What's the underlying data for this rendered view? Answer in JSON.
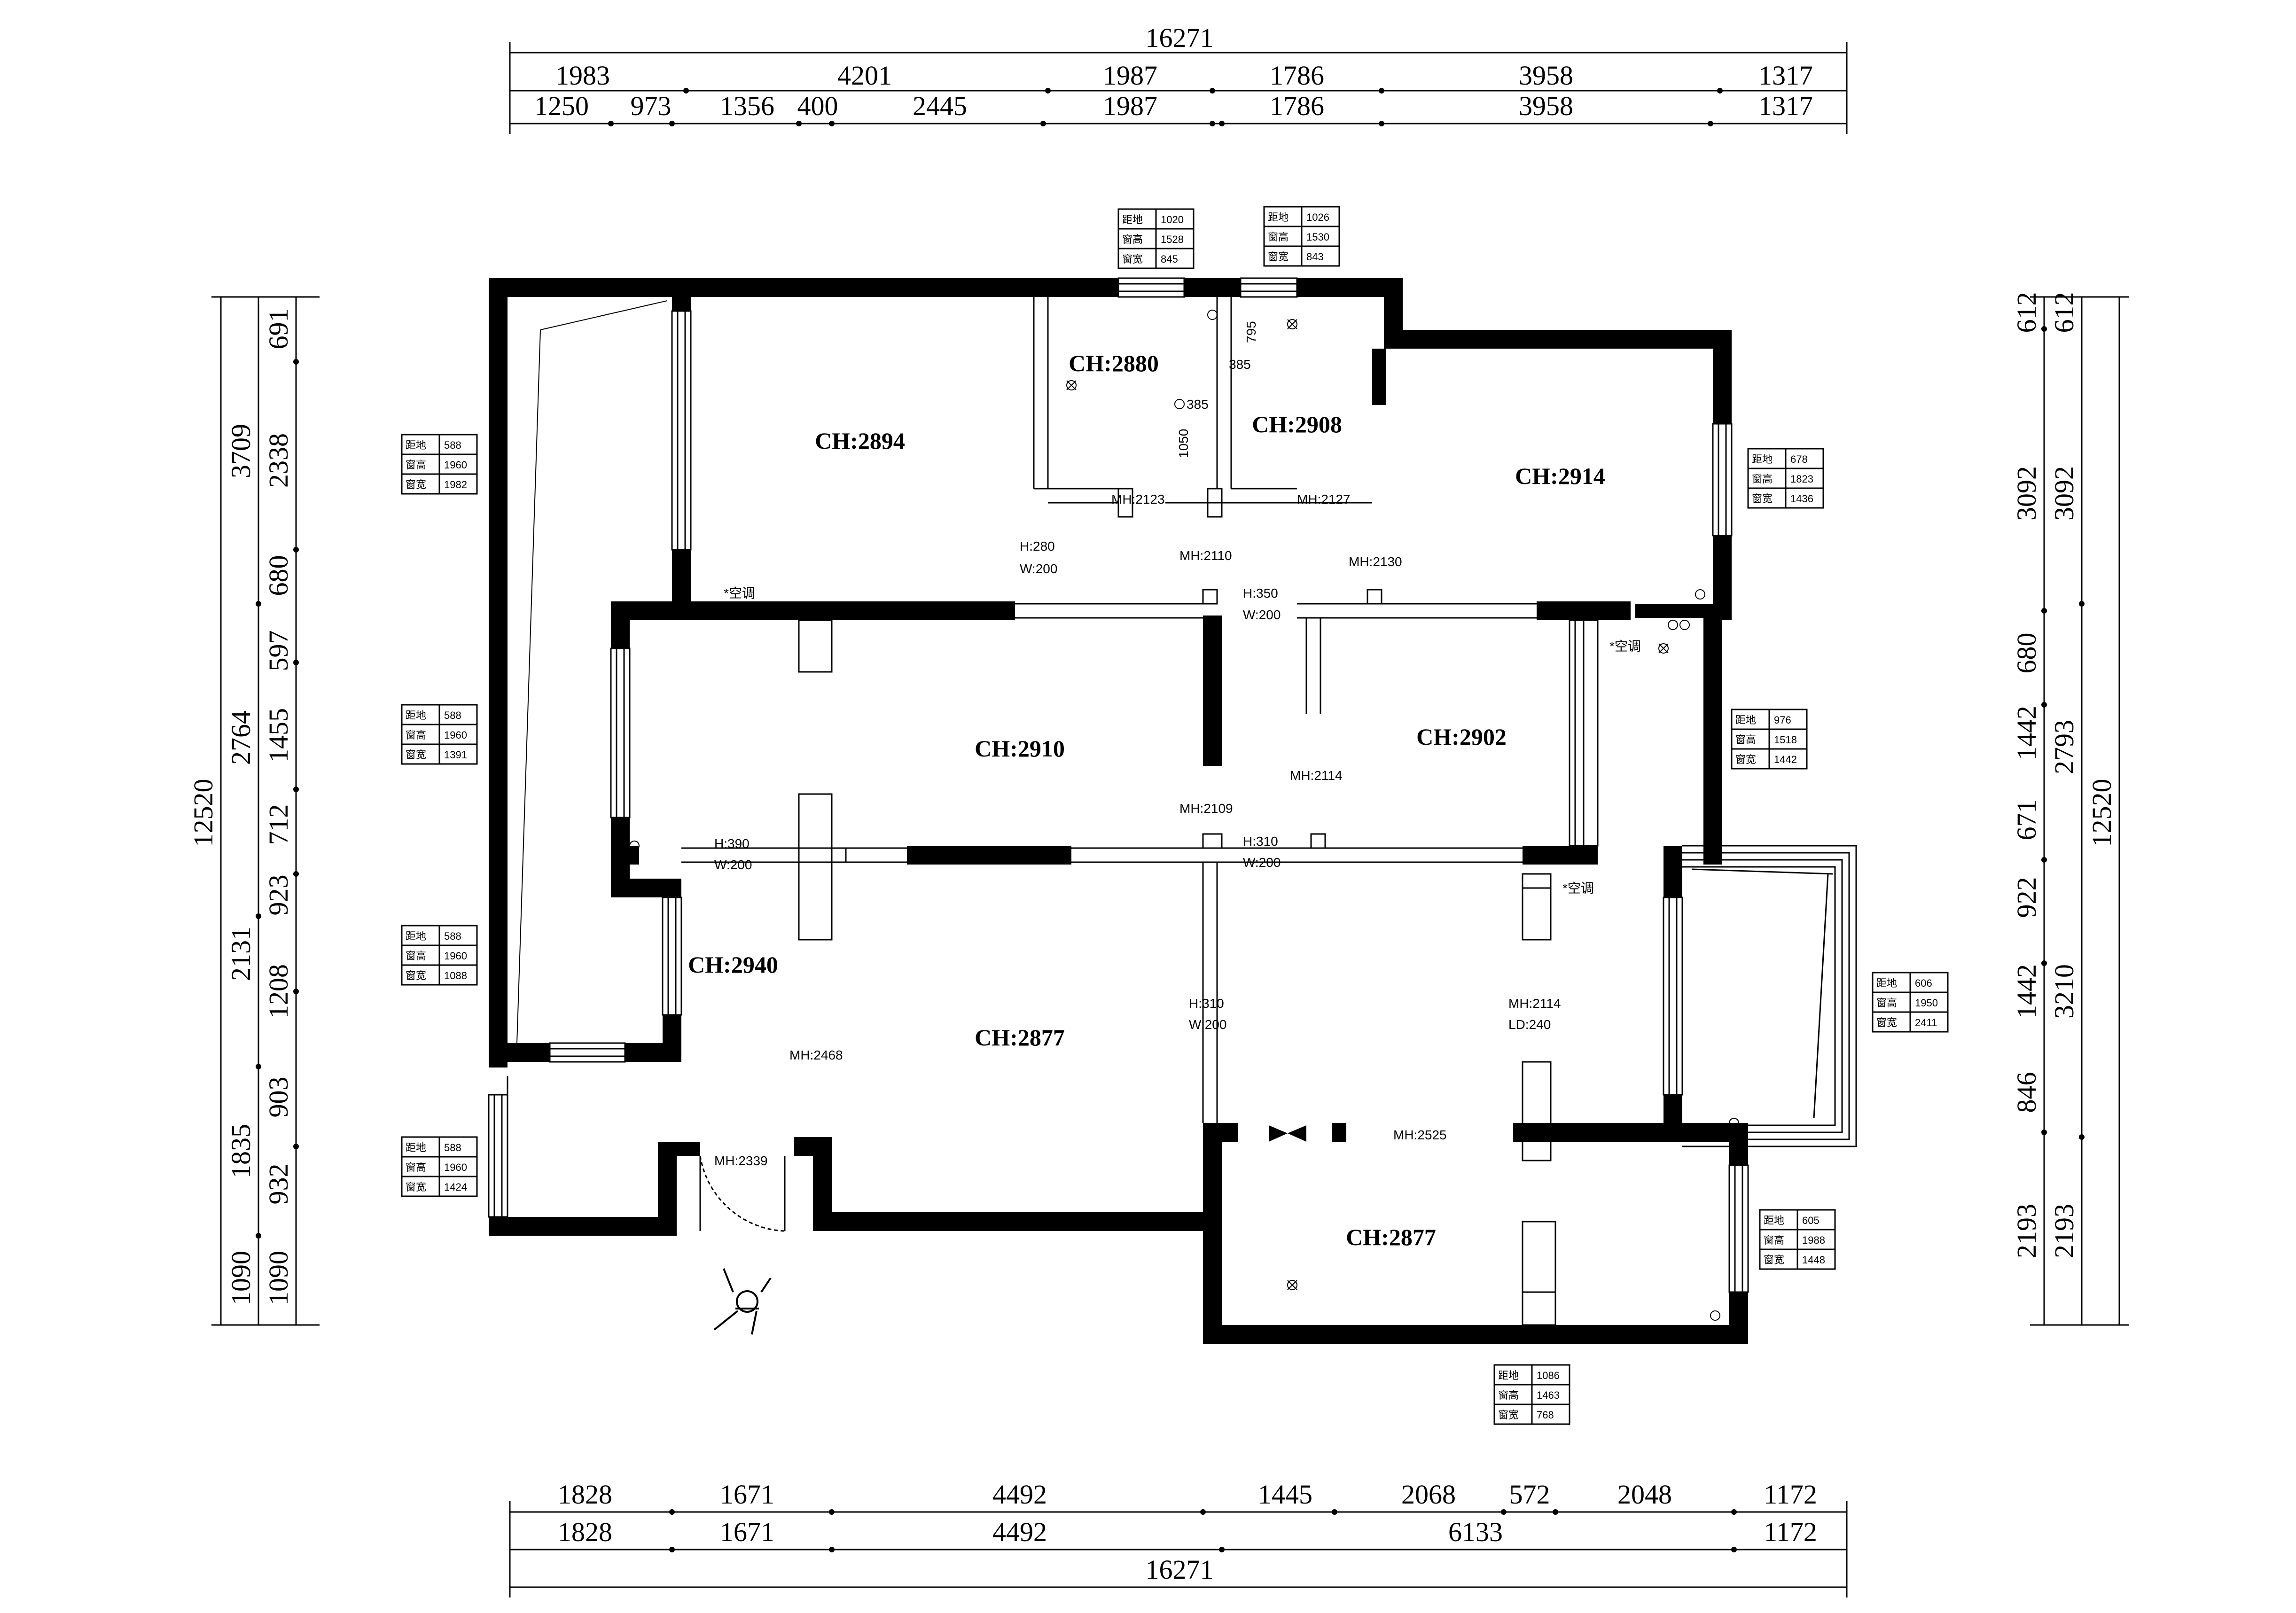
{
  "dims": {
    "top_total": "16271",
    "top_row1": [
      "1983",
      "4201",
      "1987",
      "1786",
      "3958",
      "1317"
    ],
    "top_row2": [
      "1250",
      "973",
      "1356",
      "400",
      "2445",
      "1987",
      "1786",
      "3958",
      "1317"
    ],
    "bottom_row1": [
      "1828",
      "1671",
      "4492",
      "1445",
      "2068",
      "572",
      "2048",
      "1172"
    ],
    "bottom_row2": [
      "1828",
      "1671",
      "4492",
      "6133",
      "1172"
    ],
    "bottom_total": "16271",
    "left_total": "12520",
    "left_row1": [
      "3709",
      "2764",
      "2131",
      "1835",
      "1090"
    ],
    "left_row2": [
      "691",
      "2338",
      "680",
      "597",
      "1455",
      "712",
      "923",
      "1208",
      "903",
      "932",
      "1090"
    ],
    "right_total": "12520",
    "right_row1": [
      "612",
      "3092",
      "2793",
      "3210",
      "2193"
    ],
    "right_row2": [
      "612",
      "3092",
      "680",
      "1442",
      "671",
      "922",
      "1442",
      "846",
      "2193"
    ]
  },
  "rooms": [
    {
      "id": "a",
      "label": "CH:2894"
    },
    {
      "id": "b",
      "label": "CH:2880"
    },
    {
      "id": "c",
      "label": "CH:2908"
    },
    {
      "id": "d",
      "label": "CH:2914"
    },
    {
      "id": "e",
      "label": "CH:2910"
    },
    {
      "id": "f",
      "label": "CH:2902"
    },
    {
      "id": "g",
      "label": "CH:2940"
    },
    {
      "id": "h",
      "label": "CH:2877"
    },
    {
      "id": "i",
      "label": "CH:2877"
    }
  ],
  "notes": {
    "mh2123": "MH:2123",
    "mh2127": "MH:2127",
    "h280": "H:280",
    "w200a": "W:200",
    "mh2110": "MH:2110",
    "mh2130": "MH:2130",
    "h350": "H:350",
    "w200b": "W:200",
    "mh2114a": "MH:2114",
    "mh2109": "MH:2109",
    "h390": "H:390",
    "w200c": "W:200",
    "h310a": "H:310",
    "w200d": "W:200",
    "h310b": "H:310",
    "w200e": "W:200",
    "mh2468": "MH:2468",
    "mh2114b": "MH:2114",
    "ld240": "LD:240",
    "mh2525": "MH:2525",
    "mh2339": "MH:2339",
    "ac1": "*空调",
    "ac2": "*空调",
    "ac3": "*空调",
    "d385": "385",
    "d385b": "385",
    "d795": "795",
    "d1050": "1050"
  },
  "window_boxes": [
    {
      "id": "w1",
      "rows": [
        [
          "距地",
          "1020"
        ],
        [
          "窗高",
          "1528"
        ],
        [
          "窗宽",
          "845"
        ]
      ]
    },
    {
      "id": "w2",
      "rows": [
        [
          "距地",
          "1026"
        ],
        [
          "窗高",
          "1530"
        ],
        [
          "窗宽",
          "843"
        ]
      ]
    },
    {
      "id": "w3",
      "rows": [
        [
          "距地",
          "588"
        ],
        [
          "窗高",
          "1960"
        ],
        [
          "窗宽",
          "1982"
        ]
      ]
    },
    {
      "id": "w4",
      "rows": [
        [
          "距地",
          "678"
        ],
        [
          "窗高",
          "1823"
        ],
        [
          "窗宽",
          "1436"
        ]
      ]
    },
    {
      "id": "w5",
      "rows": [
        [
          "距地",
          "588"
        ],
        [
          "窗高",
          "1960"
        ],
        [
          "窗宽",
          "1391"
        ]
      ]
    },
    {
      "id": "w6",
      "rows": [
        [
          "距地",
          "976"
        ],
        [
          "窗高",
          "1518"
        ],
        [
          "窗宽",
          "1442"
        ]
      ]
    },
    {
      "id": "w7",
      "rows": [
        [
          "距地",
          "588"
        ],
        [
          "窗高",
          "1960"
        ],
        [
          "窗宽",
          "1088"
        ]
      ]
    },
    {
      "id": "w8",
      "rows": [
        [
          "距地",
          "606"
        ],
        [
          "窗高",
          "1950"
        ],
        [
          "窗宽",
          "2411"
        ]
      ]
    },
    {
      "id": "w9",
      "rows": [
        [
          "距地",
          "588"
        ],
        [
          "窗高",
          "1960"
        ],
        [
          "窗宽",
          "1424"
        ]
      ]
    },
    {
      "id": "w10",
      "rows": [
        [
          "距地",
          "605"
        ],
        [
          "窗高",
          "1988"
        ],
        [
          "窗宽",
          "1448"
        ]
      ]
    },
    {
      "id": "w11",
      "rows": [
        [
          "距地",
          "1086"
        ],
        [
          "窗高",
          "1463"
        ],
        [
          "窗宽",
          "768"
        ]
      ]
    }
  ]
}
